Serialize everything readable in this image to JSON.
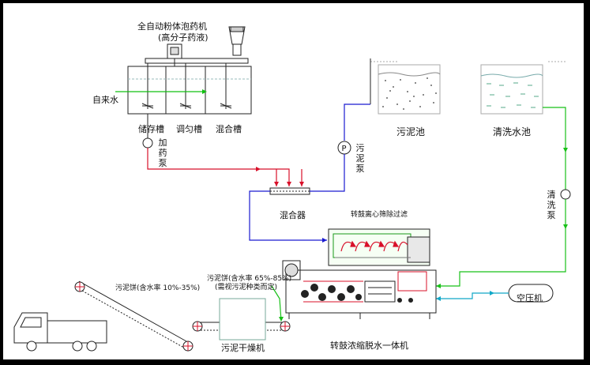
{
  "labels": {
    "doser_title": "全自动粉体泡药机",
    "doser_sub": "(高分子药液)",
    "tap_water": "自来水",
    "storage_tank": "储存槽",
    "adjust_tank": "调匀槽",
    "mixing_tank": "混合槽",
    "dosing_pump": "加药泵",
    "sludge_pool": "污泥池",
    "wash_pool": "清洗水池",
    "sludge_pump": "污泥泵",
    "wash_pump": "清洗泵",
    "mixer": "混合器",
    "rotary_filter": "转鼓离心筛除过滤",
    "cake_left": "污泥饼(含水率 10%-35%)",
    "cake_mid_1": "污泥饼(含水率 65%-85%)",
    "cake_mid_2": "(需视污泥种类而定)",
    "sludge_dryer": "污泥干燥机",
    "air_compressor": "空压机",
    "main_machine": "转鼓浓缩脱水一体机",
    "pump_symbol": "P"
  },
  "colors": {
    "chemical_line": "#d8102a",
    "sludge_line": "#1a1ad0",
    "wash_line": "#18c018",
    "air_line": "#10a8c8",
    "tap_line": "#10c010",
    "equipment": "#2a2a2a"
  }
}
